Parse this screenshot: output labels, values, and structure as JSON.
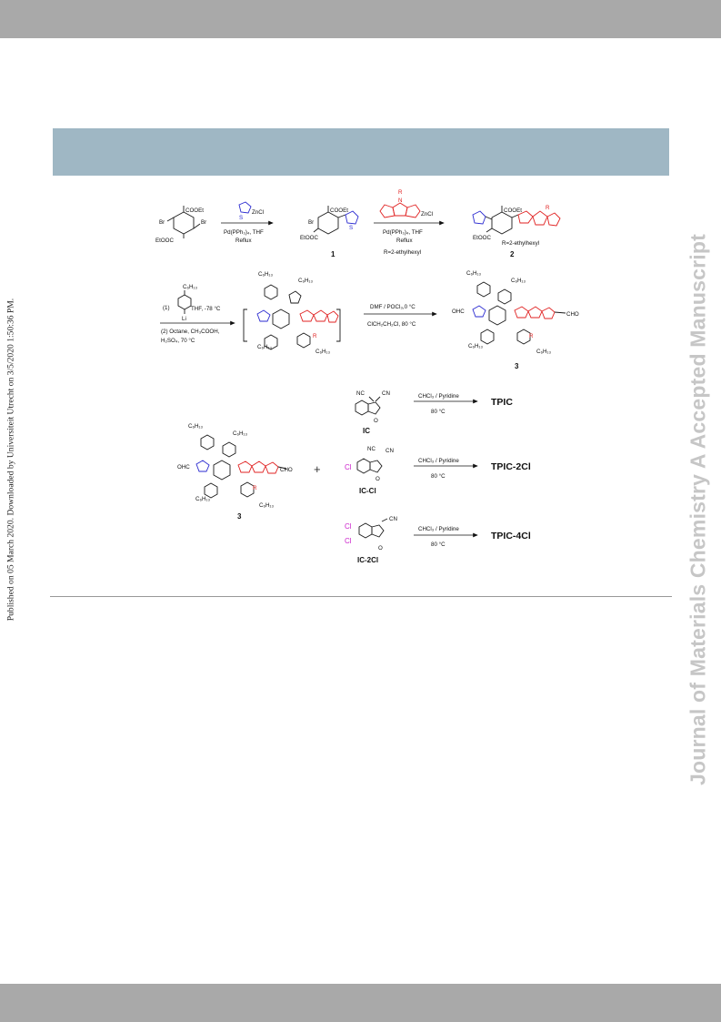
{
  "side_stamp": "Published on 05 March 2020. Downloaded by Universiteit Utrecht on 3/5/2020 1:50:36 PM.",
  "watermark": "Journal of Materials Chemistry A Accepted Manuscript",
  "scheme": {
    "row1": {
      "sm_top": "COOEt",
      "sm_br1": "Br",
      "sm_br2": "Br",
      "sm_bot": "EtOOC",
      "reagent1": "ZnCl",
      "reagent1_s": "S",
      "cond1_a": "Pd(PPh₃)₄,  THF",
      "cond1_b": "Reflux",
      "c1_top": "COOEt",
      "c1_br": "Br",
      "c1_bot": "EtOOC",
      "c1_s": "S",
      "c1_label": "1",
      "reagent2_r": "R",
      "reagent2_n": "N",
      "reagent2": "ZnCl",
      "cond2_a": "Pd(PPh₃)₄,  THF",
      "cond2_b": "Reflux",
      "cond2_c": "R=2-ethylhexyl",
      "c2_top": "COOEt",
      "c2_r": "R",
      "c2_bot": "EtOOC",
      "c2_note": "R=2-ethylhexyl",
      "c2_label": "2"
    },
    "row2": {
      "li_top": "C₆H₁₃",
      "li_num": "(1)",
      "li_li": "Li",
      "cond3_a": "THF, -78 °C",
      "cond3_b": "(2) Octane, CH₃COOH,",
      "cond3_c": "H₂SO₄, 70 °C",
      "int_hex1": "C₆H₁₃",
      "int_hex2": "C₆H₁₃",
      "int_hex3": "C₆H₁₃",
      "int_hex4": "C₆H₁₃",
      "int_r": "R",
      "cond4_a": "DMF / POCl₃,0 °C",
      "cond4_b": "ClCH₂CH₂Cl, 80 °C",
      "c3_hex1": "C₆H₁₃",
      "c3_hex2": "C₆H₁₃",
      "c3_hex3": "C₆H₁₃",
      "c3_hex4": "C₆H₁₃",
      "c3_ohc": "OHC",
      "c3_cho": "CHO",
      "c3_r": "R",
      "c3_label": "3"
    },
    "row3": {
      "c3_hex1": "C₆H₁₃",
      "c3_hex2": "C₆H₁₃",
      "c3_hex3": "C₆H₁₃",
      "c3_hex4": "C₆H₁₃",
      "c3_ohc": "OHC",
      "c3_cho": "CHO",
      "c3_r": "R",
      "c3_label": "3",
      "plus": "+",
      "ic_nc": "NC",
      "ic_cn": "CN",
      "ic_o": "O",
      "ic_label": "IC",
      "iccl_nc": "NC",
      "iccl_cn": "CN",
      "iccl_cl": "Cl",
      "iccl_o": "O",
      "iccl_label": "IC-Cl",
      "ic2cl_cl1": "Cl",
      "ic2cl_cl2": "Cl",
      "ic2cl_cn": "CN",
      "ic2cl_o": "O",
      "ic2cl_label": "IC-2Cl",
      "cond_a": "CHCl₃ / Pyridine",
      "cond_b": "80 °C",
      "prod1": "TPIC",
      "prod2": "TPIC-2Cl",
      "prod3": "TPIC-4Cl"
    }
  },
  "colors": {
    "bar": "#a9a9a9",
    "header_band": "#9fb7c4",
    "watermark": "#c6c6c6",
    "red_fragment": "#e02020",
    "blue_fragment": "#2a2ad0",
    "magenta_cl": "#cc22cc"
  }
}
